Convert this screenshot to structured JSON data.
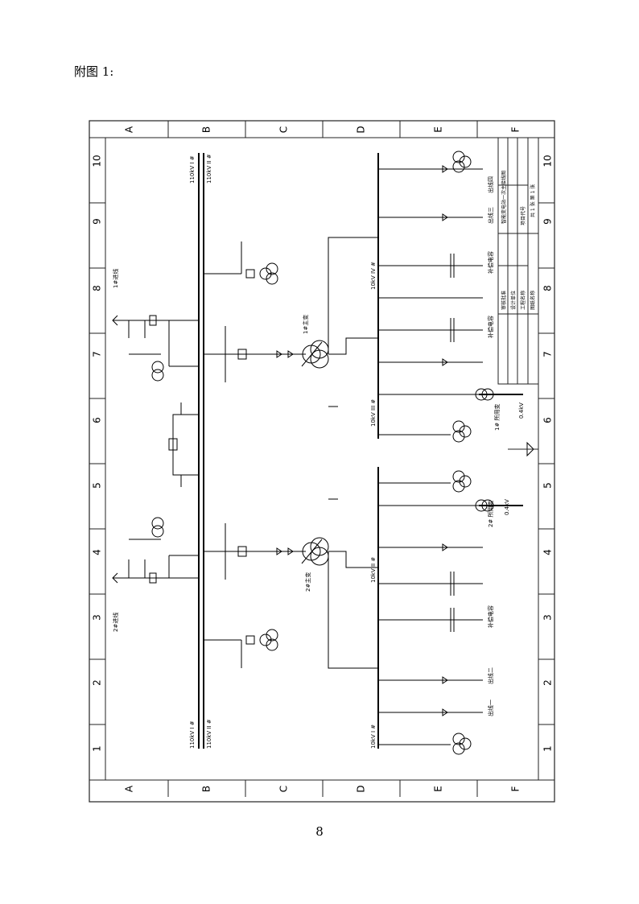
{
  "page": {
    "caption": "附图 1:",
    "page_number": "8"
  },
  "frame": {
    "columns": [
      "A",
      "B",
      "C",
      "D",
      "E",
      "F"
    ],
    "rows": [
      "1",
      "2",
      "3",
      "4",
      "5",
      "6",
      "7",
      "8",
      "9",
      "10"
    ]
  },
  "buses": {
    "hv_bus_top": "110kV I #",
    "hv_bus_top_2": "110kV II #",
    "hv_bus_bottom": "110kV I #",
    "hv_bus_bottom_2": "110kV II #",
    "lv_bus_1": "10kV I #",
    "lv_bus_2": "10kV II #",
    "lv_bus_3": "10kV III #",
    "lv_bus_4": "10kV IV #",
    "lv_bus_5": "0.4kV",
    "lv_bus_6": "0.4kV"
  },
  "equipment": {
    "main_tx_1": "1#主变",
    "main_tx_2": "2#主变",
    "incoming_1": "1#进线",
    "incoming_2": "2#进线",
    "feeder_1": "出线一",
    "feeder_2": "出线二",
    "feeder_3": "出线三",
    "feeder_4": "出线四",
    "cap_1": "补偿电容",
    "cap_2": "补偿电容",
    "cap_3": "补偿电容",
    "station_tx_1": "1# 所用变",
    "station_tx_2": "2# 所用变"
  },
  "title_block": {
    "title": "智能变电站一次主接线图",
    "rows": [
      "设计单位",
      "工程名称",
      "图纸名称",
      "审核批准"
    ],
    "drawing_no": "项目代号",
    "sheet": "共 1 张 第 1 张"
  },
  "colors": {
    "line": "#000000",
    "frame": "#222222"
  }
}
